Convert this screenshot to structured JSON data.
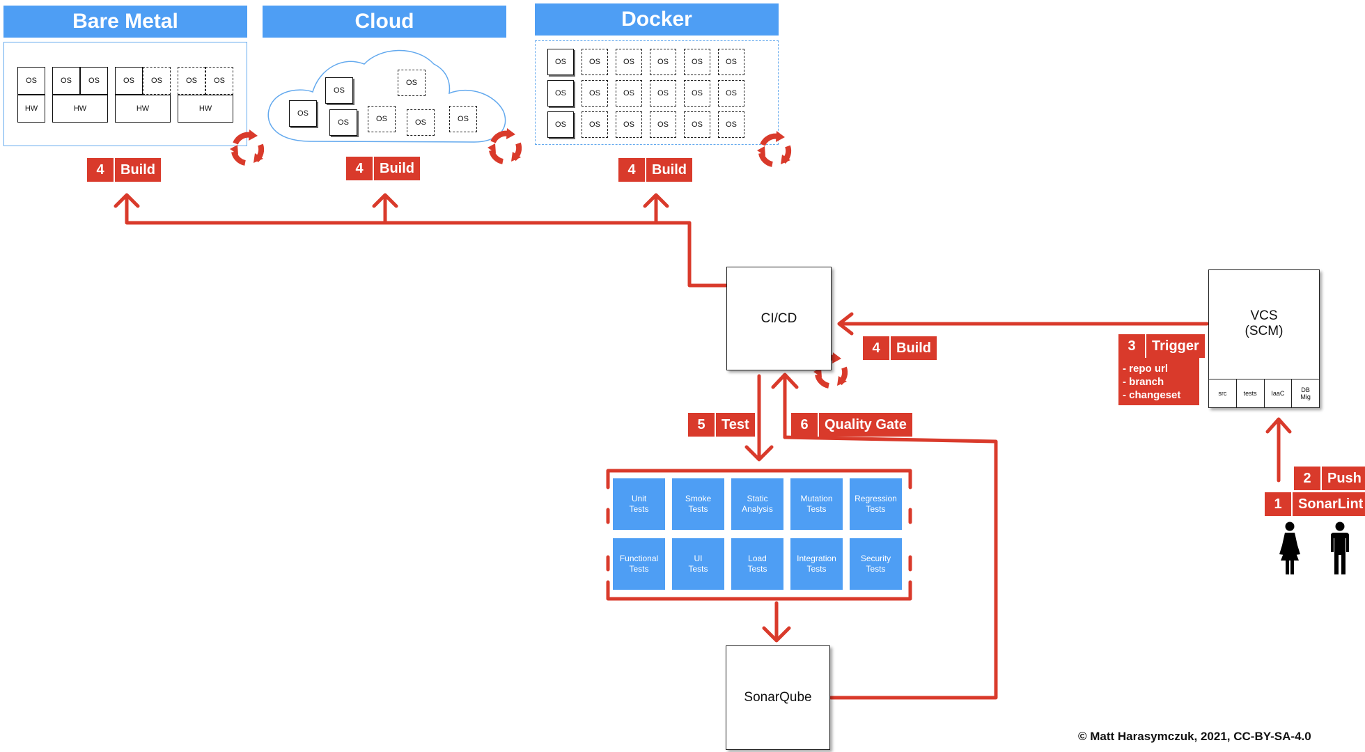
{
  "environments": {
    "bare_metal": {
      "title": "Bare Metal",
      "os_label": "OS",
      "hw_label": "HW"
    },
    "cloud": {
      "title": "Cloud",
      "os_label": "OS"
    },
    "docker": {
      "title": "Docker",
      "os_label": "OS"
    }
  },
  "steps": {
    "build_bare_metal": {
      "num": "4",
      "label": "Build"
    },
    "build_cloud": {
      "num": "4",
      "label": "Build"
    },
    "build_docker": {
      "num": "4",
      "label": "Build"
    },
    "build_cicd": {
      "num": "4",
      "label": "Build"
    },
    "trigger": {
      "num": "3",
      "label": "Trigger",
      "notes": [
        "- repo url",
        "- branch",
        "- changeset"
      ]
    },
    "test": {
      "num": "5",
      "label": "Test"
    },
    "quality_gate": {
      "num": "6",
      "label": "Quality Gate"
    },
    "push": {
      "num": "2",
      "label": "Push"
    },
    "sonarlint": {
      "num": "1",
      "label": "SonarLint"
    }
  },
  "nodes": {
    "cicd": "CI/CD",
    "vcs": {
      "label": "VCS\n(SCM)",
      "cells": [
        "src",
        "tests",
        "IaaC",
        "DB\nMig"
      ]
    },
    "sonarqube": "SonarQube"
  },
  "tests": [
    "Unit\nTests",
    "Smoke\nTests",
    "Static\nAnalysis",
    "Mutation\nTests",
    "Regression\nTests",
    "Functional\nTests",
    "UI\nTests",
    "Load\nTests",
    "Integration\nTests",
    "Security\nTests"
  ],
  "colors": {
    "accent_red": "#d93a2b",
    "accent_blue": "#4e9ef4"
  },
  "icons": [
    "refresh-cycle-icon",
    "female-person-icon",
    "male-person-icon"
  ],
  "credit": "© Matt Harasymczuk, 2021, CC-BY-SA-4.0"
}
